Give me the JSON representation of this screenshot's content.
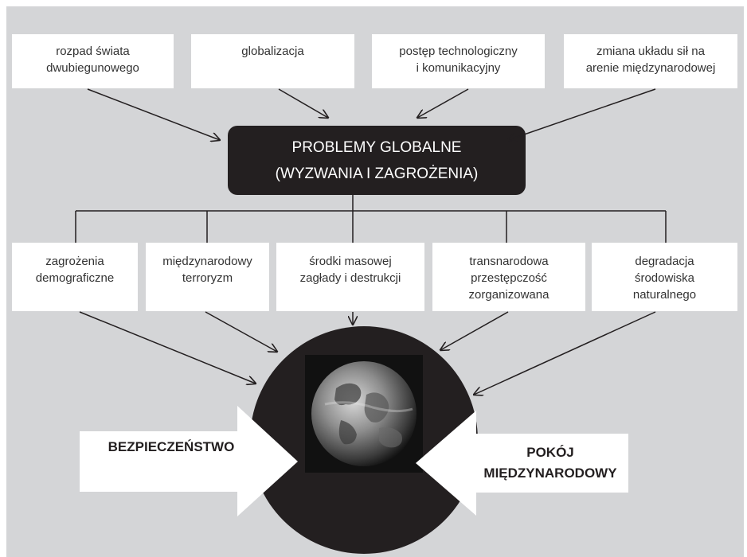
{
  "top_factors": [
    "rozpad świata\ndwubiegunowego",
    "globalizacja",
    "postęp technologiczny\ni komunikacyjny",
    "zmiana układu sił na\narenie międzynarodowej"
  ],
  "center": {
    "line1": "PROBLEMY GLOBALNE",
    "line2": "(WYZWANIA I ZAGROŻENIA)"
  },
  "problems": [
    "zagrożenia\ndemograficzne",
    "międzynarodowy\nterroryzm",
    "środki masowej\nzagłady i destrukcji",
    "transnarodowa\nprzestępczość\nzorganizowana",
    "degradacja\nśrodowiska\nnaturalnego"
  ],
  "outcomes": {
    "left": "BEZPIECZEŃSTWO",
    "right": "POKÓJ\nMIĘDZYNARODOWY"
  },
  "colors": {
    "background": "#d4d5d7",
    "dark": "#231f20",
    "box": "#ffffff"
  },
  "icons": {
    "earth": "earth-globe-icon"
  }
}
